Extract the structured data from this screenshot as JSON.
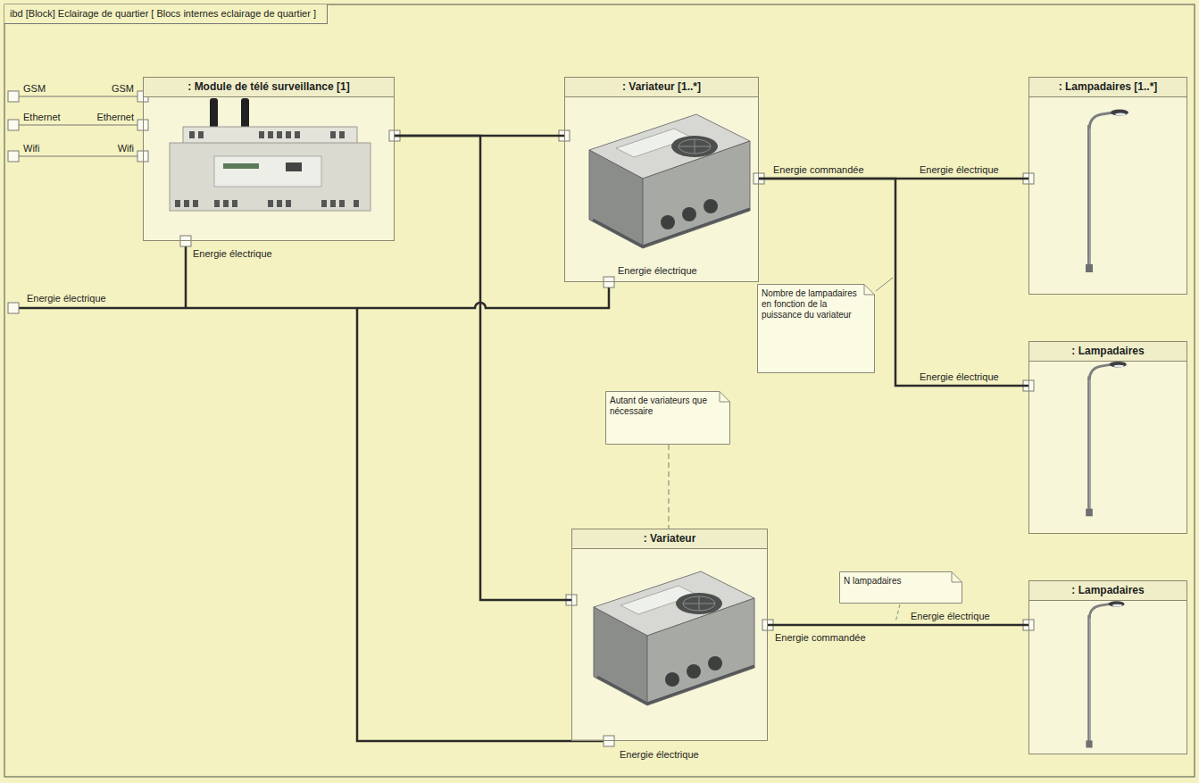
{
  "diagram": {
    "title": "ibd [Block] Eclairage de quartier [ Blocs internes eclairage de quartier ]",
    "nodes": [
      {
        "text": [
          ": Module de télé surveillance [1]"
        ]
      },
      {
        "text": [
          ": Variateur [1..*]"
        ]
      },
      {
        "text": [
          ": Lampadaires [1..*]"
        ]
      },
      {
        "text": [
          "Nombre de lampadaires en fonction de la puissance du variateur"
        ]
      },
      {
        "text": [
          ": Lampadaires"
        ]
      },
      {
        "text": [
          "Autant de variateurs que nécessaire"
        ]
      },
      {
        "text": [
          ": Variateur"
        ]
      },
      {
        "text": [
          "N lampadaires"
        ]
      },
      {
        "text": [
          ": Lampadaires"
        ]
      }
    ],
    "edges": [
      {
        "from": 0,
        "to": 1,
        "arrow": "none"
      },
      {
        "from": 0,
        "to": 6,
        "arrow": "none"
      },
      {
        "from": 1,
        "to": 2,
        "arrow": "none"
      },
      {
        "from": 1,
        "to": 4,
        "arrow": "none"
      },
      {
        "from": 6,
        "to": 8,
        "arrow": "none"
      },
      {
        "from": 5,
        "to": 6,
        "arrow": "none"
      }
    ],
    "labels": [
      "GSM",
      "GSM",
      "Ethernet",
      "Ethernet",
      "Wifi",
      "Wifi",
      "Energie électrique",
      "Energie électrique",
      "Energie commandée",
      "Energie électrique",
      "Energie électrique",
      "Energie électrique",
      "Energie électrique",
      "Energie commandée",
      "Energie électrique"
    ]
  }
}
